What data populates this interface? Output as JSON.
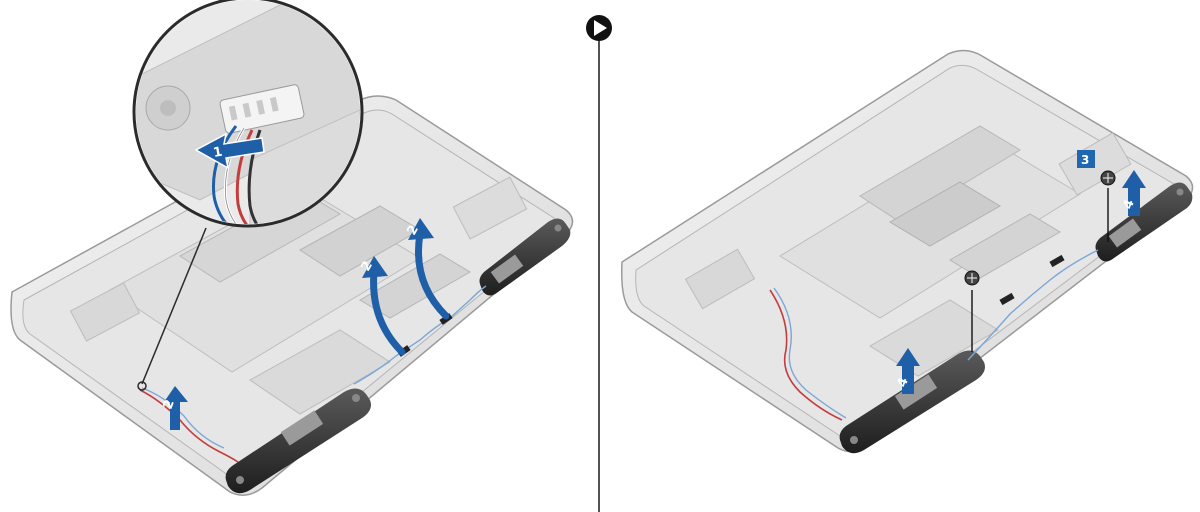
{
  "panels": [
    {
      "name": "left",
      "callouts": [
        "1",
        "2",
        "2",
        "2"
      ]
    },
    {
      "name": "right",
      "callouts": [
        "3",
        "4",
        "4"
      ]
    }
  ],
  "next_icon": "play-arrow-icon",
  "colors": {
    "callout_blue": "#1f67b1",
    "arrow_blue": "#1f5fa8",
    "outline": "#2b2b2b",
    "divider": "#1a1a1a"
  }
}
